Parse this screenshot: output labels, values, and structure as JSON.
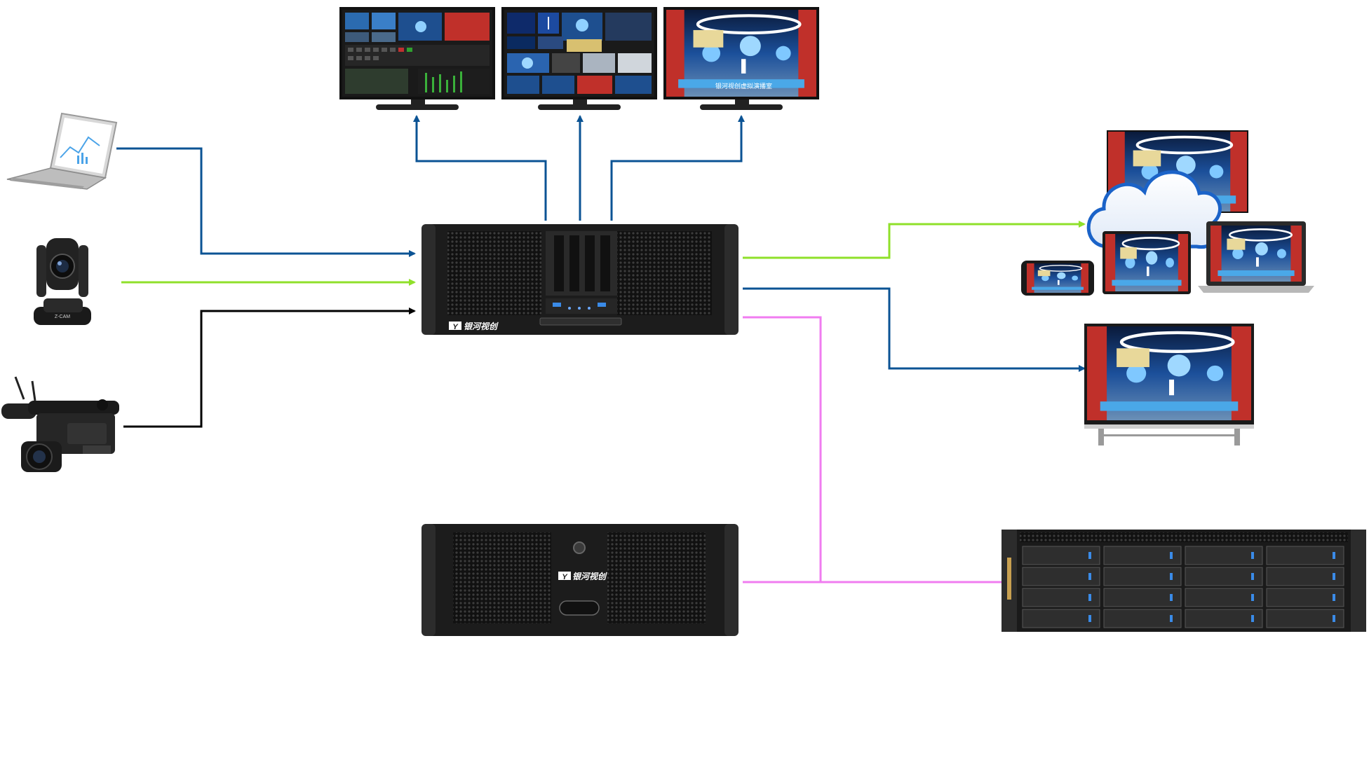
{
  "diagram": {
    "main_server": {
      "brand_mark": "Y",
      "brand_text": "银河视创"
    },
    "storage_server": {
      "brand_mark": "Y",
      "brand_text": "银河视创"
    },
    "camera_label": "Z-CAM",
    "monitor_caption": "银河视创虚拟演播室"
  },
  "colors": {
    "blue": "#0B5394",
    "green": "#8FE02A",
    "black": "#000000",
    "pink": "#F07CF0",
    "chassis": "#1C1C1C",
    "chassis_light": "#3A3A3A",
    "studio_blue": "#2B7FD6",
    "studio_red": "#C0302A"
  },
  "icons": [
    "laptop-icon",
    "ptz-camera-icon",
    "camcorder-icon",
    "main-server-icon",
    "monitor-icon",
    "cloud-icon",
    "phone-icon",
    "tablet-icon",
    "tv-icon",
    "storage-server-icon",
    "nas-array-icon"
  ]
}
